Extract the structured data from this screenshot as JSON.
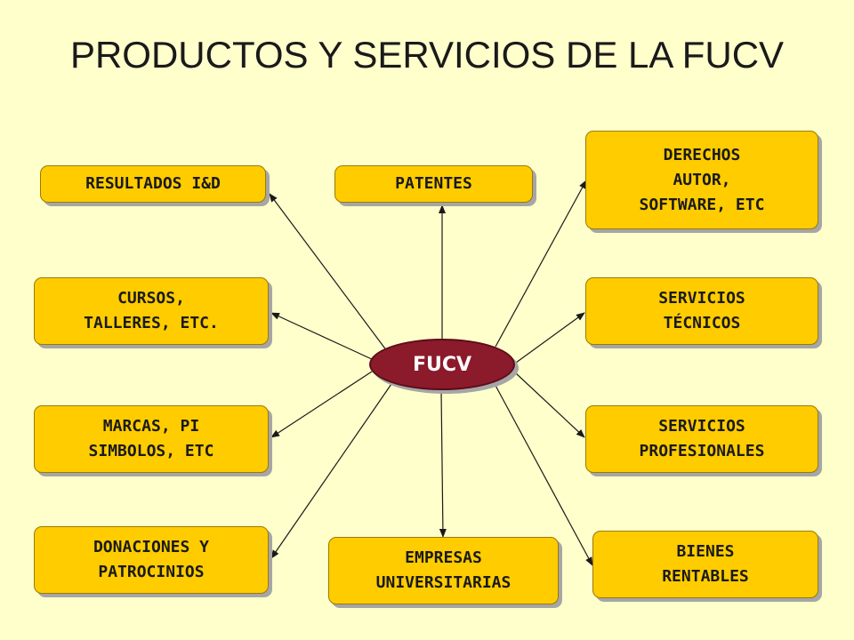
{
  "title": "PRODUCTOS Y SERVICIOS DE LA FUCV",
  "center": {
    "label": "FUCV",
    "color": "#8B1A2B"
  },
  "box_color": "#FFCC00",
  "nodes": [
    {
      "id": "resultados",
      "label": "RESULTADOS I&D"
    },
    {
      "id": "patentes",
      "label": "PATENTES"
    },
    {
      "id": "derechos",
      "label": "DERECHOS\nAUTOR,\nSOFTWARE, ETC"
    },
    {
      "id": "cursos",
      "label": "CURSOS,\nTALLERES, ETC."
    },
    {
      "id": "servicios-tecnicos",
      "label": "SERVICIOS\nTÉCNICOS"
    },
    {
      "id": "marcas",
      "label": "MARCAS, PI\nSIMBOLOS, ETC"
    },
    {
      "id": "servicios-profesionales",
      "label": "SERVICIOS\nPROFESIONALES"
    },
    {
      "id": "donaciones",
      "label": "DONACIONES Y\nPATROCINIOS"
    },
    {
      "id": "empresas",
      "label": "EMPRESAS\nUNIVERSITARIAS"
    },
    {
      "id": "bienes",
      "label": "BIENES\nRENTABLES"
    }
  ]
}
